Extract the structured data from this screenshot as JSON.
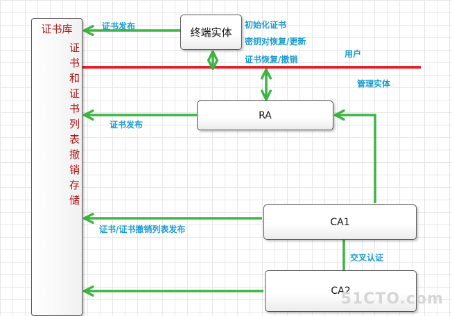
{
  "repository": {
    "title": "证书库",
    "body": "证书和证书列表撤销存储"
  },
  "nodes": {
    "terminal_entity": "终端实体",
    "ra": "RA",
    "ca1": "CA1",
    "ca2": "CA2"
  },
  "labels": {
    "cert_publish_top": "证书发布",
    "init_cert": "初始化证书",
    "key_pair_recovery": "密钥对恢复/更新",
    "cert_recovery_revoke": "证书恢复/撤销",
    "user": "用户",
    "management_entity": "管理实体",
    "cert_publish_ra": "证书发布",
    "cert_crl_publish": "证书/证书撤销列表发布",
    "cross_cert": "交叉认证"
  },
  "colors": {
    "arrow_green": "#3cb543",
    "divider_red": "#e3202b",
    "label_blue": "#1a9bd0",
    "repo_text_red": "#b01818"
  },
  "watermark": "51CTO.com"
}
